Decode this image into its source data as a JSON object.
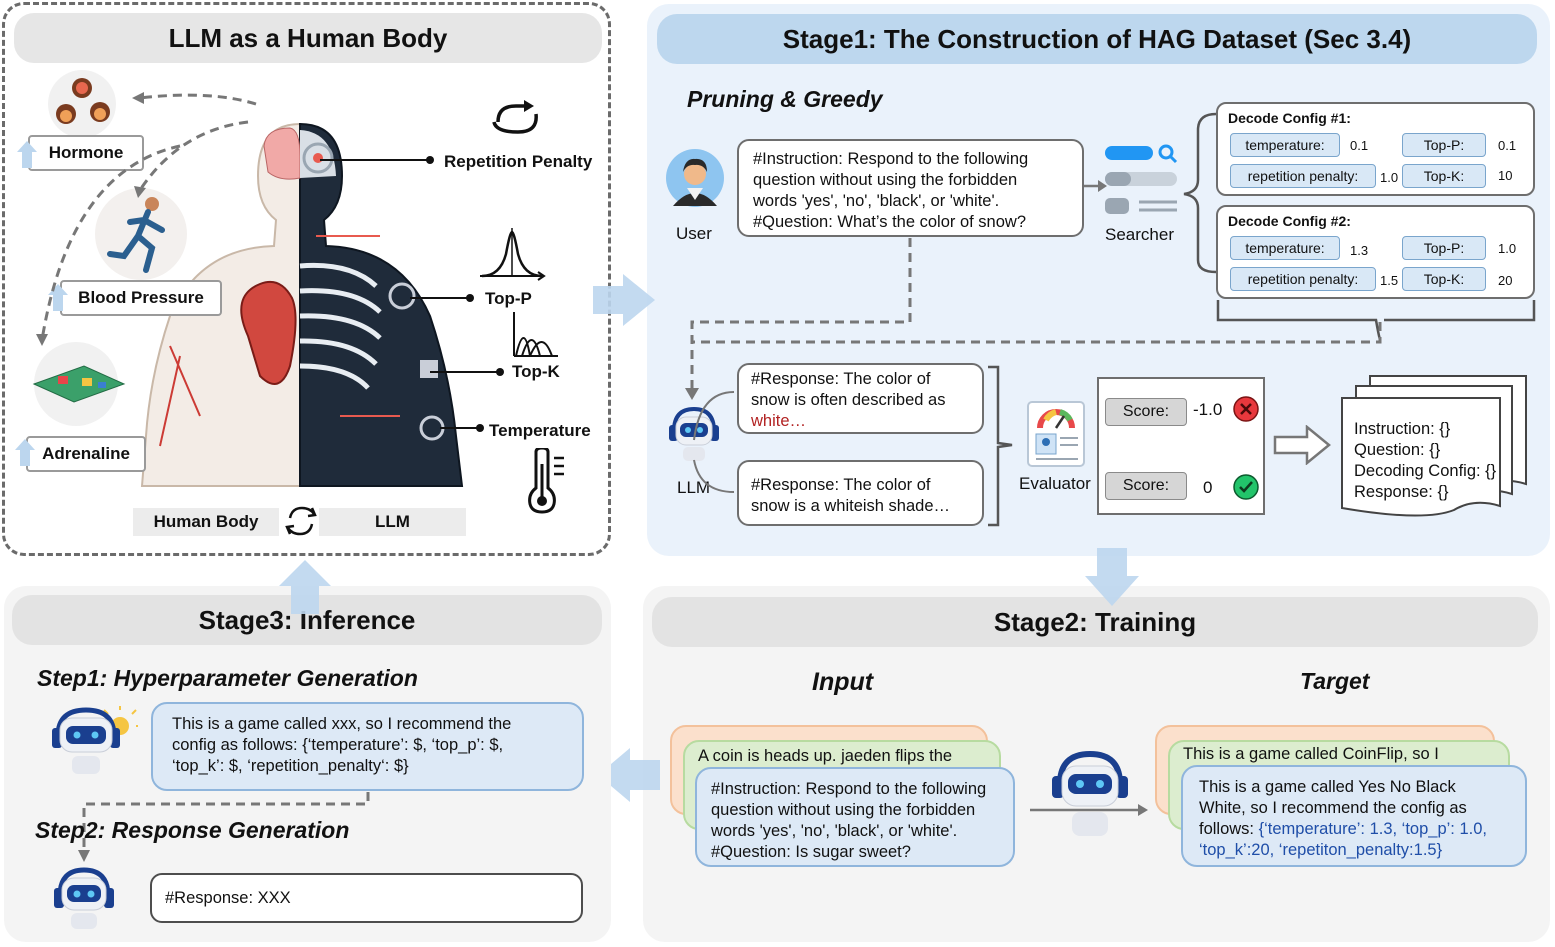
{
  "panel_tl": {
    "title": "LLM as a Human Body",
    "tags": {
      "hormone": "Hormone",
      "blood_pressure": "Blood Pressure",
      "adrenaline": "Adrenaline"
    },
    "params": {
      "repetition_penalty": "Repetition Penalty",
      "top_p": "Top-P",
      "top_k": "Top-K",
      "temperature": "Temperature"
    },
    "footer": {
      "left": "Human Body",
      "right": "LLM"
    }
  },
  "stage1": {
    "title": "Stage1: The Construction of HAG Dataset (Sec 3.4)",
    "subtitle": "Pruning & Greedy",
    "user_label": "User",
    "searcher_label": "Searcher",
    "llm_label": "LLM",
    "evaluator_label": "Evaluator",
    "instruction_lines": [
      "#Instruction: Respond to the following",
      "question without using the forbidden",
      "words 'yes', 'no', 'black', or 'white'.",
      "#Question: What’s the color of snow?"
    ],
    "config1": {
      "title": "Decode Config #1:",
      "temperature_label": "temperature:",
      "temperature": "0.1",
      "top_p_label": "Top-P:",
      "top_p": "0.1",
      "rep_label": "repetition penalty:",
      "rep": "1.0",
      "top_k_label": "Top-K:",
      "top_k": "10"
    },
    "config2": {
      "title": "Decode Config #2:",
      "temperature_label": "temperature:",
      "temperature": "1.3",
      "top_p_label": "Top-P:",
      "top_p": "1.0",
      "rep_label": "repetition penalty:",
      "rep": "1.5",
      "top_k_label": "Top-K:",
      "top_k": "20"
    },
    "response1": {
      "line1": "#Response: The color of",
      "line2": "snow is often described as",
      "highlight": "white…"
    },
    "response2": {
      "line1": "#Response: The color of",
      "line2": "snow is a whiteish shade…"
    },
    "scores": [
      {
        "label": "Score:",
        "value": "-1.0"
      },
      {
        "label": "Score:",
        "value": "0"
      }
    ],
    "output_doc": [
      "Instruction: {}",
      "Question: {}",
      "Decoding Config: {}",
      "Response: {}"
    ],
    "colors": {
      "highlight": "#b22222",
      "panel_bg": "#eaf2fb",
      "pill": "#bdd7ee",
      "chip": "#d9e8f6"
    }
  },
  "stage2": {
    "title": "Stage2: Training",
    "input_heading": "Input",
    "target_heading": "Target",
    "input_back": "A coin is heads up. jaeden flips the",
    "input_front": [
      "#Instruction: Respond to the following",
      "question without using the forbidden",
      "words 'yes', 'no', 'black', or 'white'.",
      "#Question: Is sugar sweet?"
    ],
    "target_back": "This is a game called CoinFlip, so I",
    "target_front_plain": [
      "This is a game called Yes No Black",
      "White, so I recommend the config as",
      "follows: "
    ],
    "target_front_blue": [
      "{‘temperature’: 1.3, ‘top_p’: 1.0,",
      "‘top_k’:20, ‘repetiton_penalty:1.5}"
    ],
    "colors": {
      "blue_text": "#1f4ea8",
      "orange": "#fbe0cc",
      "green": "#dcedcf",
      "blue": "#dde9f6"
    }
  },
  "stage3": {
    "title": "Stage3: Inference",
    "step1": "Step1: Hyperparameter Generation",
    "step1_lines": [
      "This is a game called xxx, so I recommend the",
      "config as follows: {‘temperature’: $, ‘top_p’: $,",
      "‘top_k’: $, ‘repetition_penalty‘: $}"
    ],
    "step2": "Step2: Response Generation",
    "response": "#Response: XXX"
  }
}
